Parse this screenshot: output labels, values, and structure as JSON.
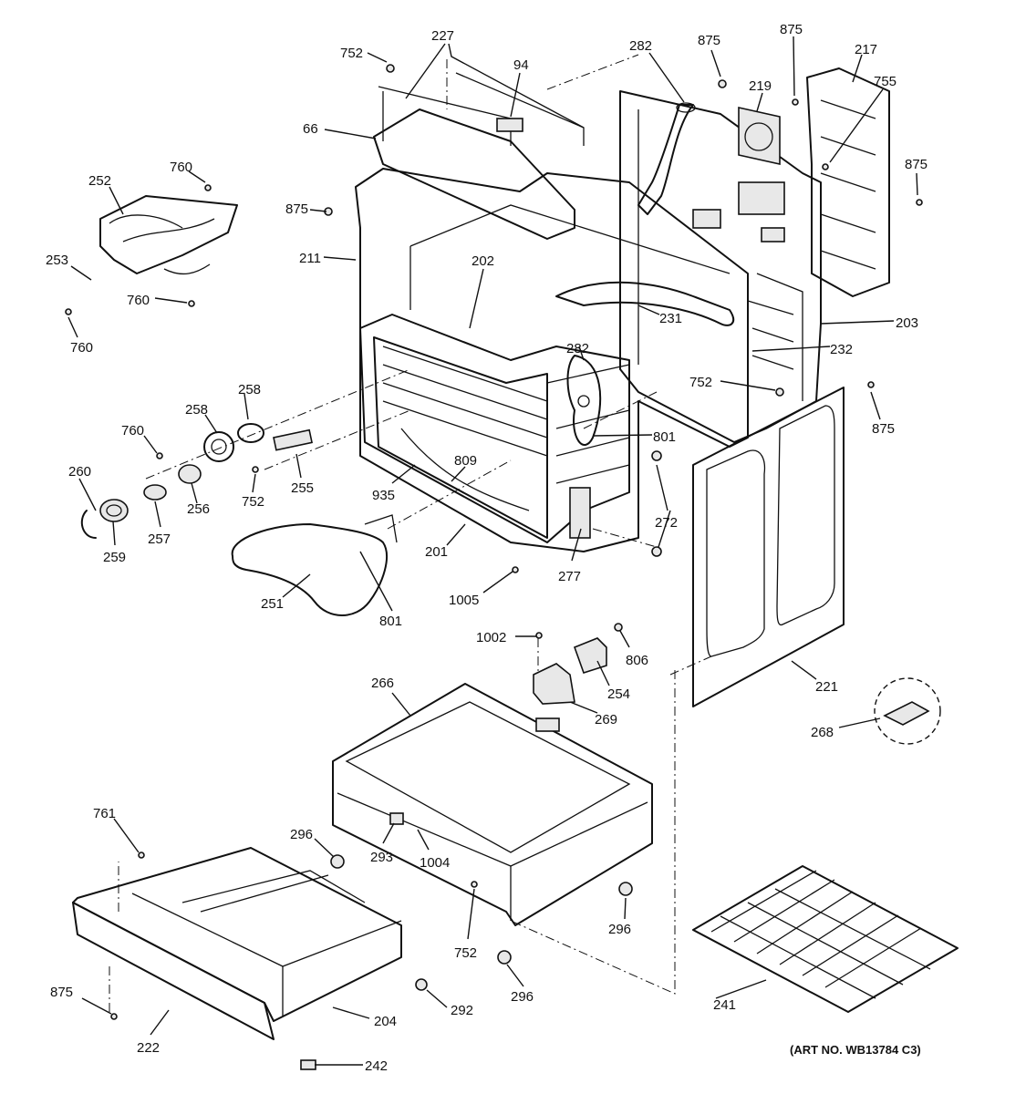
{
  "art_number": "(ART NO. WB13784 C3)",
  "callouts": {
    "c227": "227",
    "c94": "94",
    "c752a": "752",
    "c66": "66",
    "c282a": "282",
    "c875a": "875",
    "c875b": "875",
    "c219": "219",
    "c217": "217",
    "c755": "755",
    "c875c": "875",
    "c760a": "760",
    "c252": "252",
    "c253": "253",
    "c760b": "760",
    "c760c": "760",
    "c875d": "875",
    "c211": "211",
    "c202": "202",
    "c231": "231",
    "c203": "203",
    "c232": "232",
    "c282b": "282",
    "c752b": "752",
    "c875e": "875",
    "c258a": "258",
    "c258b": "258",
    "c760d": "760",
    "c801a": "801",
    "c260": "260",
    "c255": "255",
    "c809": "809",
    "c935": "935",
    "c256": "256",
    "c752c": "752",
    "c257": "257",
    "c259": "259",
    "c272": "272",
    "c201": "201",
    "c277": "277",
    "c1005": "1005",
    "c251": "251",
    "c801b": "801",
    "c1002": "1002",
    "c806": "806",
    "c254": "254",
    "c266": "266",
    "c221": "221",
    "c269": "269",
    "c268": "268",
    "c761": "761",
    "c296a": "296",
    "c293": "293",
    "c1004": "1004",
    "c296b": "296",
    "c752d": "752",
    "c296c": "296",
    "c241": "241",
    "c875f": "875",
    "c292": "292",
    "c204": "204",
    "c222": "222",
    "c242": "242"
  }
}
